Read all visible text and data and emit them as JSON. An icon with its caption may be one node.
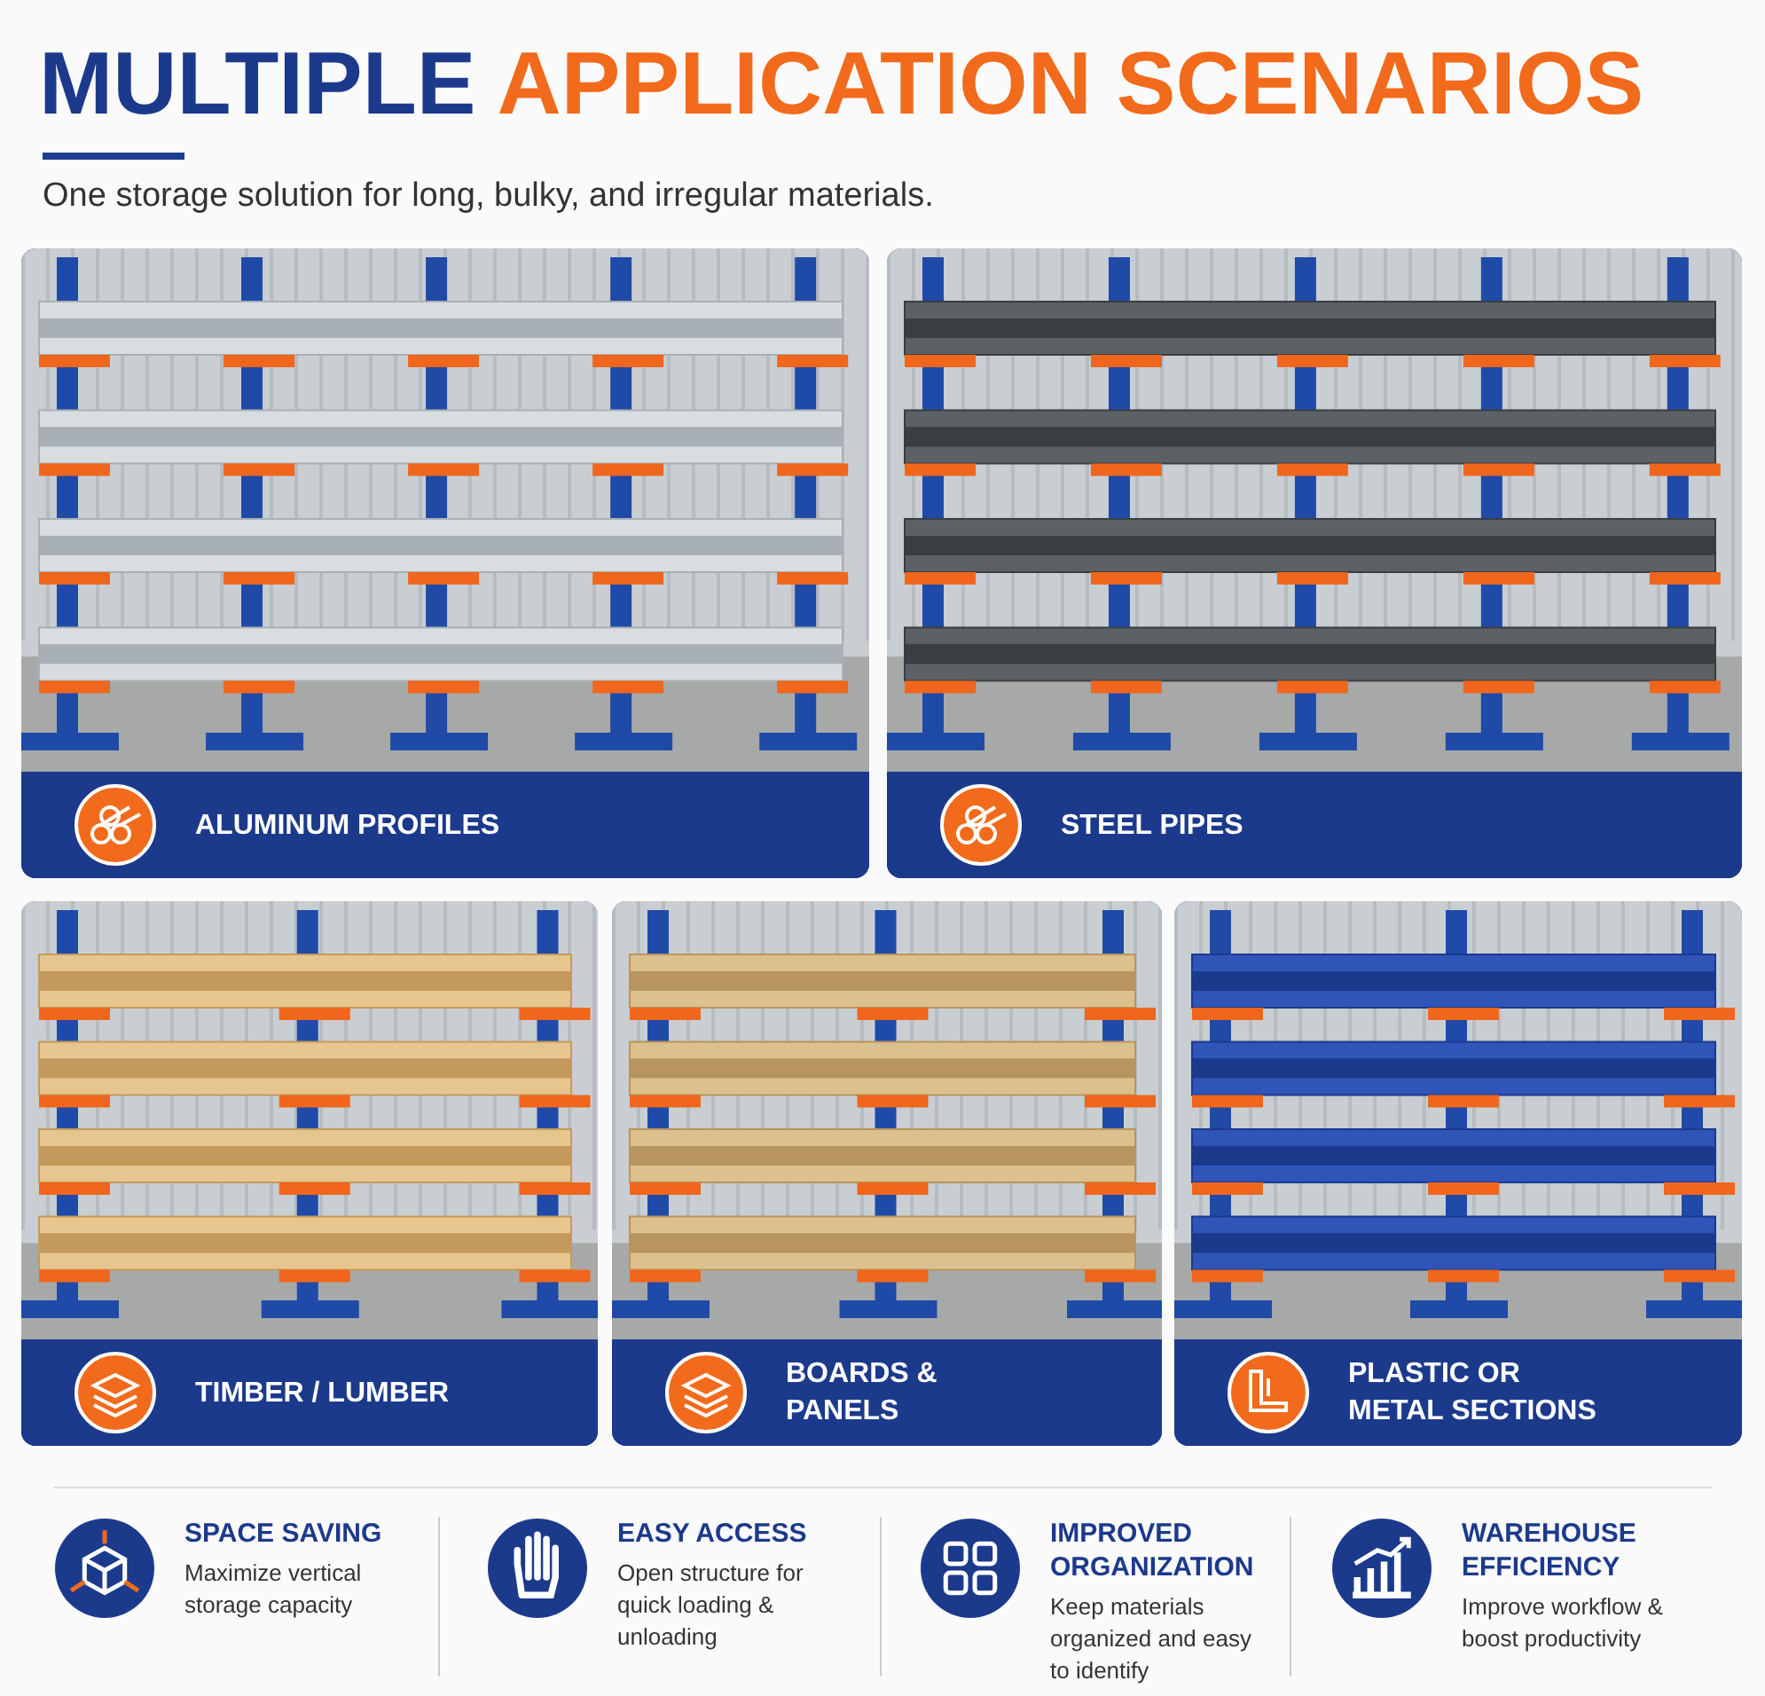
{
  "diagram": {
    "title": "MULTIPLE APPLICATION SCENARIOS",
    "caption": "One storage solution for long, bulky, and irregular materials.",
    "nodes": [
      {
        "text": [
          "ALUMINUM PROFILES"
        ]
      },
      {
        "text": [
          "STEEL PIPES"
        ]
      },
      {
        "text": [
          "TIMBER / LUMBER"
        ]
      },
      {
        "text": [
          "BOARDS & PANELS"
        ]
      },
      {
        "text": [
          "PLASTIC OR METAL SECTIONS"
        ]
      },
      {
        "text": [
          "SPACE SAVING",
          "Maximize vertical storage capacity"
        ]
      },
      {
        "text": [
          "EASY ACCESS",
          "Open structure for quick loading & unloading"
        ]
      },
      {
        "text": [
          "IMPROVED ORGANIZATION",
          "Keep materials organized and easy to identify"
        ]
      },
      {
        "text": [
          "WAREHOUSE EFFICIENCY",
          "Improve workflow & boost productivity"
        ]
      }
    ],
    "edges": []
  }
}
